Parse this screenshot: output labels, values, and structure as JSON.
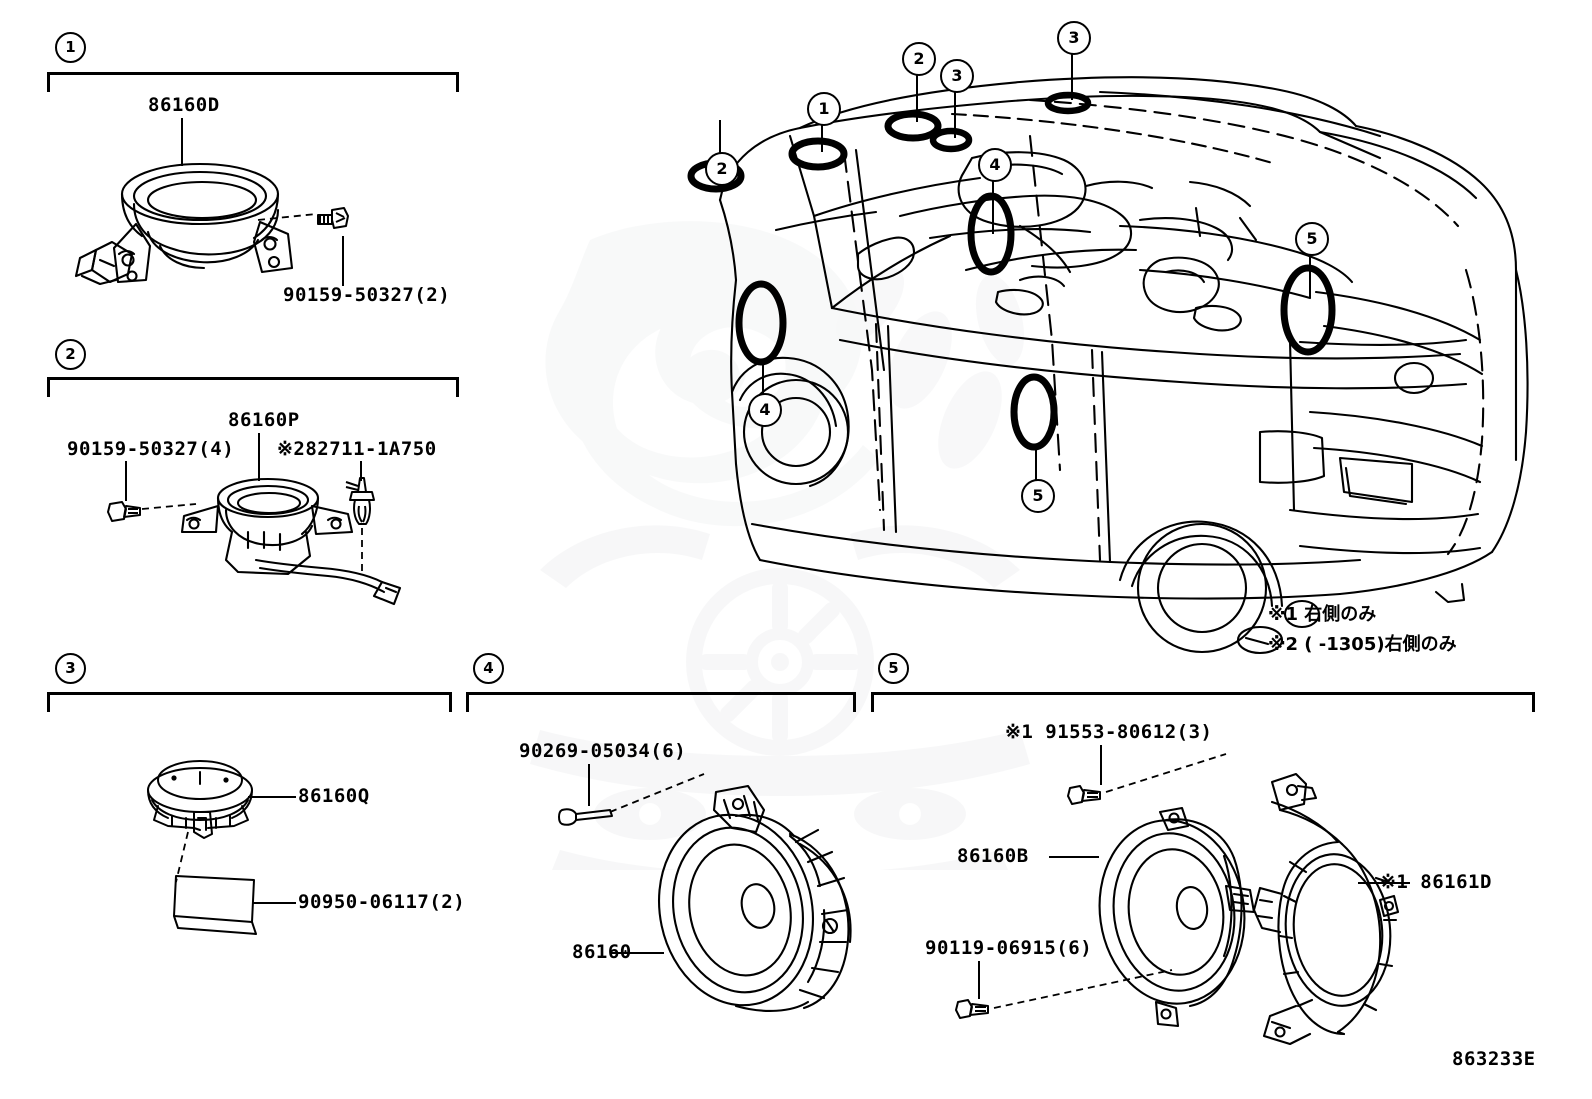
{
  "diagram": {
    "code": "863233E",
    "title_code": "863233E"
  },
  "sections": [
    {
      "number": "1",
      "parts": [
        {
          "label": "86160D",
          "name": "speaker-assembly-86160D"
        },
        {
          "label": "90159-50327(2)",
          "name": "screw-90159-50327"
        }
      ]
    },
    {
      "number": "2",
      "parts": [
        {
          "label": "90159-50327(4)",
          "name": "screw-90159-50327"
        },
        {
          "label": "86160P",
          "name": "speaker-assembly-86160P"
        },
        {
          "label": "※282711-1A750",
          "name": "clamp-282711-1A750"
        }
      ]
    },
    {
      "number": "3",
      "parts": [
        {
          "label": "86160Q",
          "name": "tweeter-86160Q"
        },
        {
          "label": "90950-06117(2)",
          "name": "clip-90950-06117"
        }
      ]
    },
    {
      "number": "4",
      "parts": [
        {
          "label": "90269-05034(6)",
          "name": "screw-90269-05034"
        },
        {
          "label": "86160",
          "name": "speaker-assembly-86160"
        }
      ]
    },
    {
      "number": "5",
      "parts": [
        {
          "label": "※1 91553-80612(3)",
          "name": "bolt-91553-80612"
        },
        {
          "label": "86160B",
          "name": "speaker-assembly-86160B"
        },
        {
          "label": "※1 86161D",
          "name": "speaker-bracket-86161D"
        },
        {
          "label": "90119-06915(6)",
          "name": "bolt-90119-06915"
        }
      ]
    }
  ],
  "vehicle_callouts": [
    {
      "number": "2",
      "name": "callout-2-front-pillar-left"
    },
    {
      "number": "1",
      "name": "callout-1-instrument-panel"
    },
    {
      "number": "2",
      "name": "callout-2-front-pillar-right"
    },
    {
      "number": "3",
      "name": "callout-3-roof-front"
    },
    {
      "number": "3",
      "name": "callout-3-roof-rear"
    },
    {
      "number": "4",
      "name": "callout-4-front-door-rear"
    },
    {
      "number": "4",
      "name": "callout-4-front-door-front"
    },
    {
      "number": "5",
      "name": "callout-5-quarter-panel"
    },
    {
      "number": "5",
      "name": "callout-5-rear-quarter"
    }
  ],
  "footnotes": {
    "note1": "※1 右側のみ",
    "note2": "※2 (      -1305)右側のみ"
  },
  "colors": {
    "ink": "#000000",
    "paper": "#ffffff",
    "watermark": "#9aa0a6"
  }
}
